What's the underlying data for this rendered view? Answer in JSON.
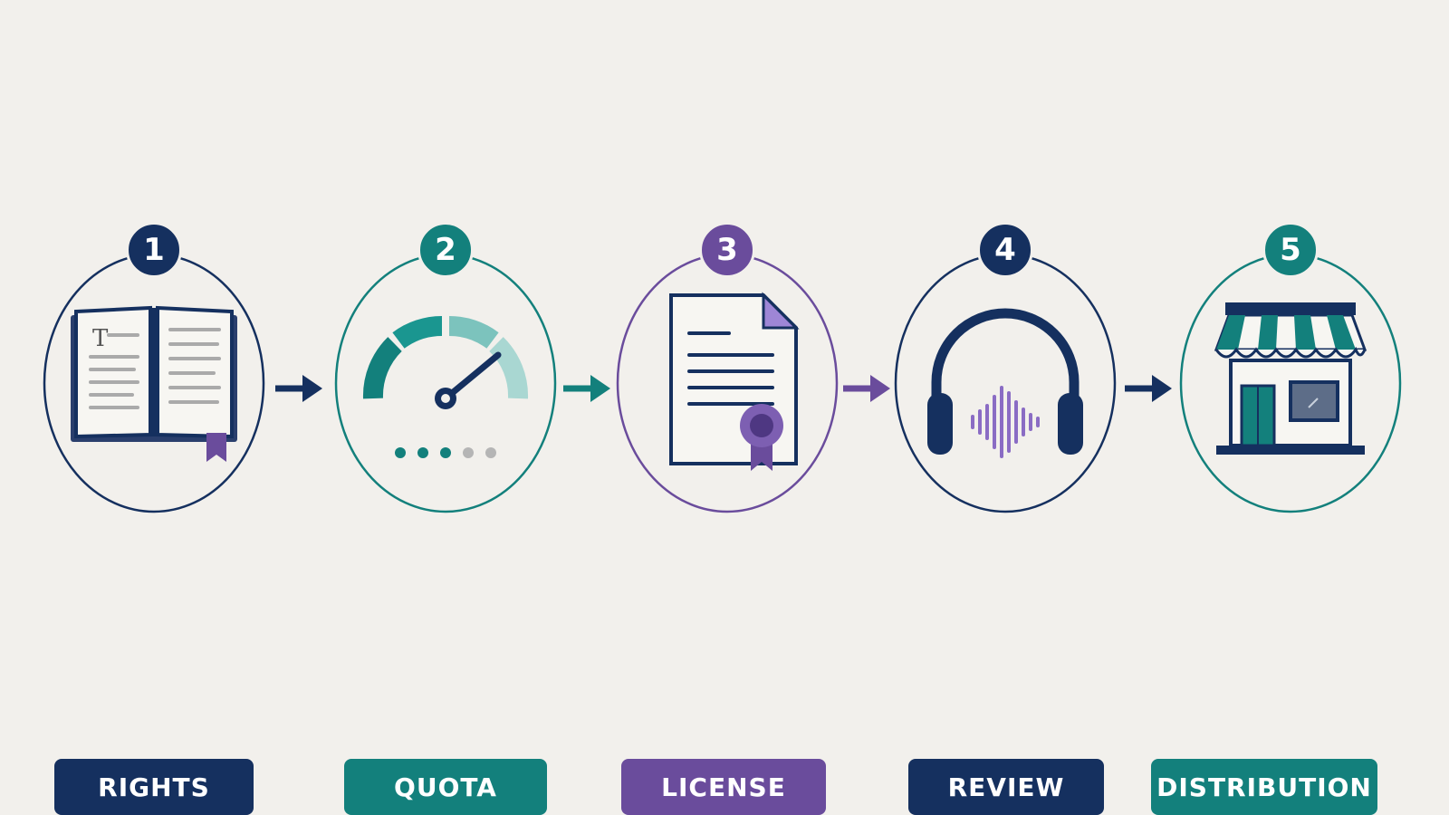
{
  "colors": {
    "navy": "#15305f",
    "teal": "#13807c",
    "purple": "#6a4c9c",
    "background": "#f2f0ec"
  },
  "steps": [
    {
      "number": "1",
      "label": "RIGHTS",
      "icon": "open-book-icon",
      "color": "#15305f"
    },
    {
      "number": "2",
      "label": "QUOTA",
      "icon": "gauge-icon",
      "color": "#13807c"
    },
    {
      "number": "3",
      "label": "LICENSE",
      "icon": "certificate-document-icon",
      "color": "#6a4c9c"
    },
    {
      "number": "4",
      "label": "REVIEW",
      "icon": "headphones-icon",
      "color": "#15305f"
    },
    {
      "number": "5",
      "label": "DISTRIBUTION",
      "icon": "storefront-icon",
      "color": "#13807c"
    }
  ],
  "book_icon_letter": "T",
  "quota_dots": {
    "filled": 3,
    "total": 5
  }
}
